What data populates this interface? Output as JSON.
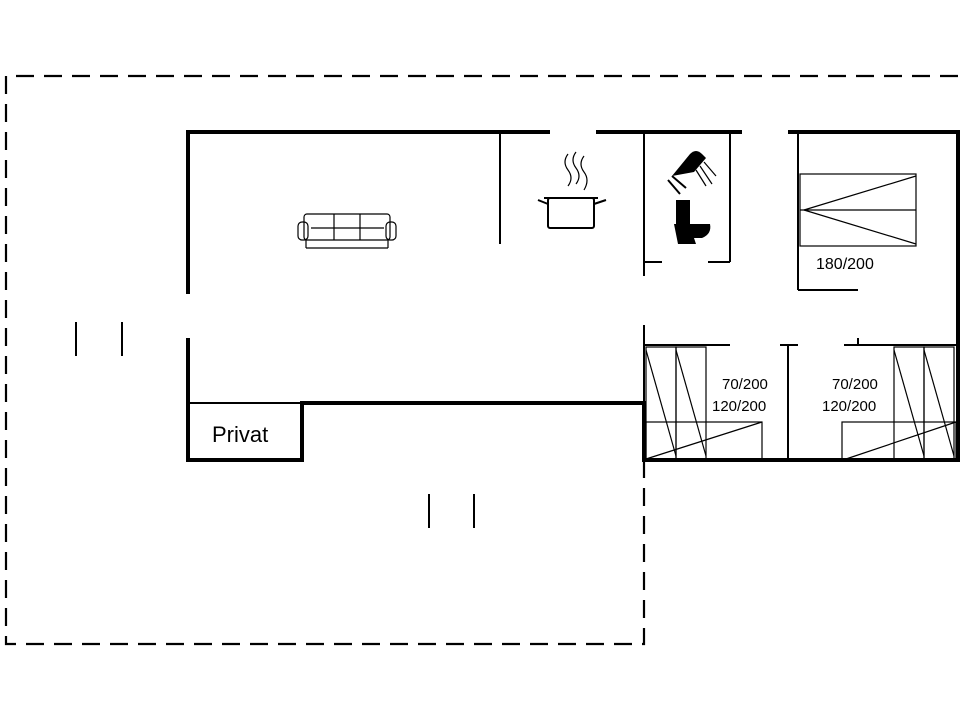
{
  "rooms": {
    "privat_label": "Privat",
    "bedroom_main_bed": "180/200",
    "bedroom_left_bed_1": "70/200",
    "bedroom_left_bed_2": "120/200",
    "bedroom_right_bed_1": "70/200",
    "bedroom_right_bed_2": "120/200"
  },
  "icons": {
    "living": "sofa-icon",
    "kitchen": "cooking-pot-icon",
    "bath_shower": "shower-icon",
    "bath_toilet": "toilet-icon"
  }
}
